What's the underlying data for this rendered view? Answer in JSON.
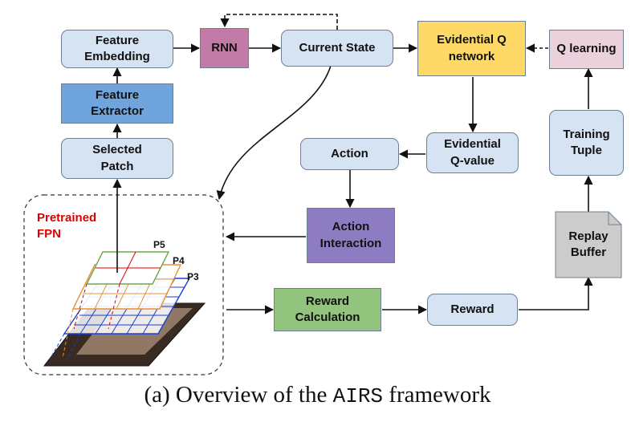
{
  "nodes": {
    "feature_embedding": "Feature\nEmbedding",
    "feature_extractor": "Feature\nExtractor",
    "selected_patch": "Selected\nPatch",
    "rnn": "RNN",
    "current_state": "Current State",
    "evidential_q_network": "Evidential Q\nnetwork",
    "q_learning": "Q learning",
    "evidential_q_value": "Evidential\nQ-value",
    "action": "Action",
    "action_interaction": "Action\nInteraction",
    "training_tuple": "Training\nTuple",
    "replay_buffer": "Replay\nBuffer",
    "reward_calculation": "Reward\nCalculation",
    "reward": "Reward"
  },
  "fpn": {
    "label": "Pretrained\nFPN",
    "levels": [
      "P5",
      "P4",
      "P3"
    ]
  },
  "caption": {
    "prefix": "(a) Overview of the ",
    "name": "AIRS",
    "suffix": " framework"
  },
  "colors": {
    "light_blue": "#d5e3f3",
    "mid_blue": "#6fa5dc",
    "rnn_pink": "#c27ba6",
    "yellow": "#ffd966",
    "light_pink": "#ead1dc",
    "purple": "#8e7cc3",
    "green": "#93c47d",
    "gray": "#cccccc",
    "fpn_label": "#e00000"
  }
}
